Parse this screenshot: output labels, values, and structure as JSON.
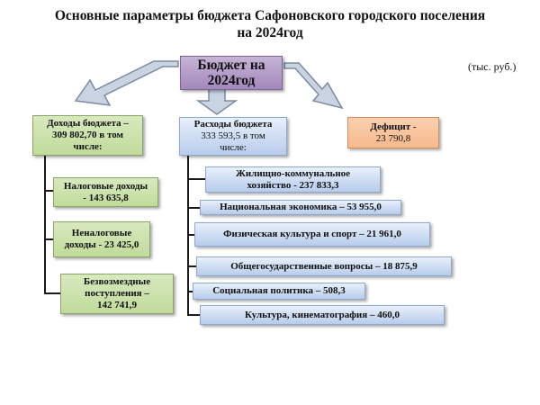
{
  "title": {
    "line1": "Основные параметры бюджета Сафоновского городского поселения",
    "line2": "на 2024год"
  },
  "unit": "(тыс. руб.)",
  "center": {
    "line1": "Бюджет на",
    "line2": "2024год"
  },
  "income": {
    "header": {
      "line1": "Доходы бюджета –",
      "line2": "309 802,70 в том",
      "line3": "числе:"
    },
    "items": [
      {
        "line1": "Налоговые доходы",
        "line2": "- 143 635,8"
      },
      {
        "line1": "Неналоговые",
        "line2": "доходы - 23 425,0"
      },
      {
        "line1": "Безвозмездные",
        "line2": "поступления –",
        "line3": "142 741,9"
      }
    ]
  },
  "expenses": {
    "header": {
      "line1": "Расходы бюджета",
      "line2": "333 593,5 в том",
      "line3": "числе:"
    },
    "items": [
      {
        "line1": "Жилищно-коммунальное",
        "line2": "хозяйство - 237 833,3"
      },
      {
        "line1": "Национальная экономика – 53 955,0"
      },
      {
        "line1": "Физическая культура и спорт – 21 961,0"
      },
      {
        "line1": "Общегосударственные вопросы – 18 875,9"
      },
      {
        "line1": "Социальная политика – 508,3"
      },
      {
        "line1": "Культура, кинематография – 460,0"
      }
    ]
  },
  "deficit": {
    "line1": "Дефицит -",
    "line2": "23 790,8"
  },
  "colors": {
    "center": "#b39cc8",
    "income": "#c8e0a8",
    "expenses": "#c8d8f0",
    "deficit": "#f8c49c",
    "arrow_fill": "#c9d3e2",
    "arrow_stroke": "#7d8aa0"
  }
}
